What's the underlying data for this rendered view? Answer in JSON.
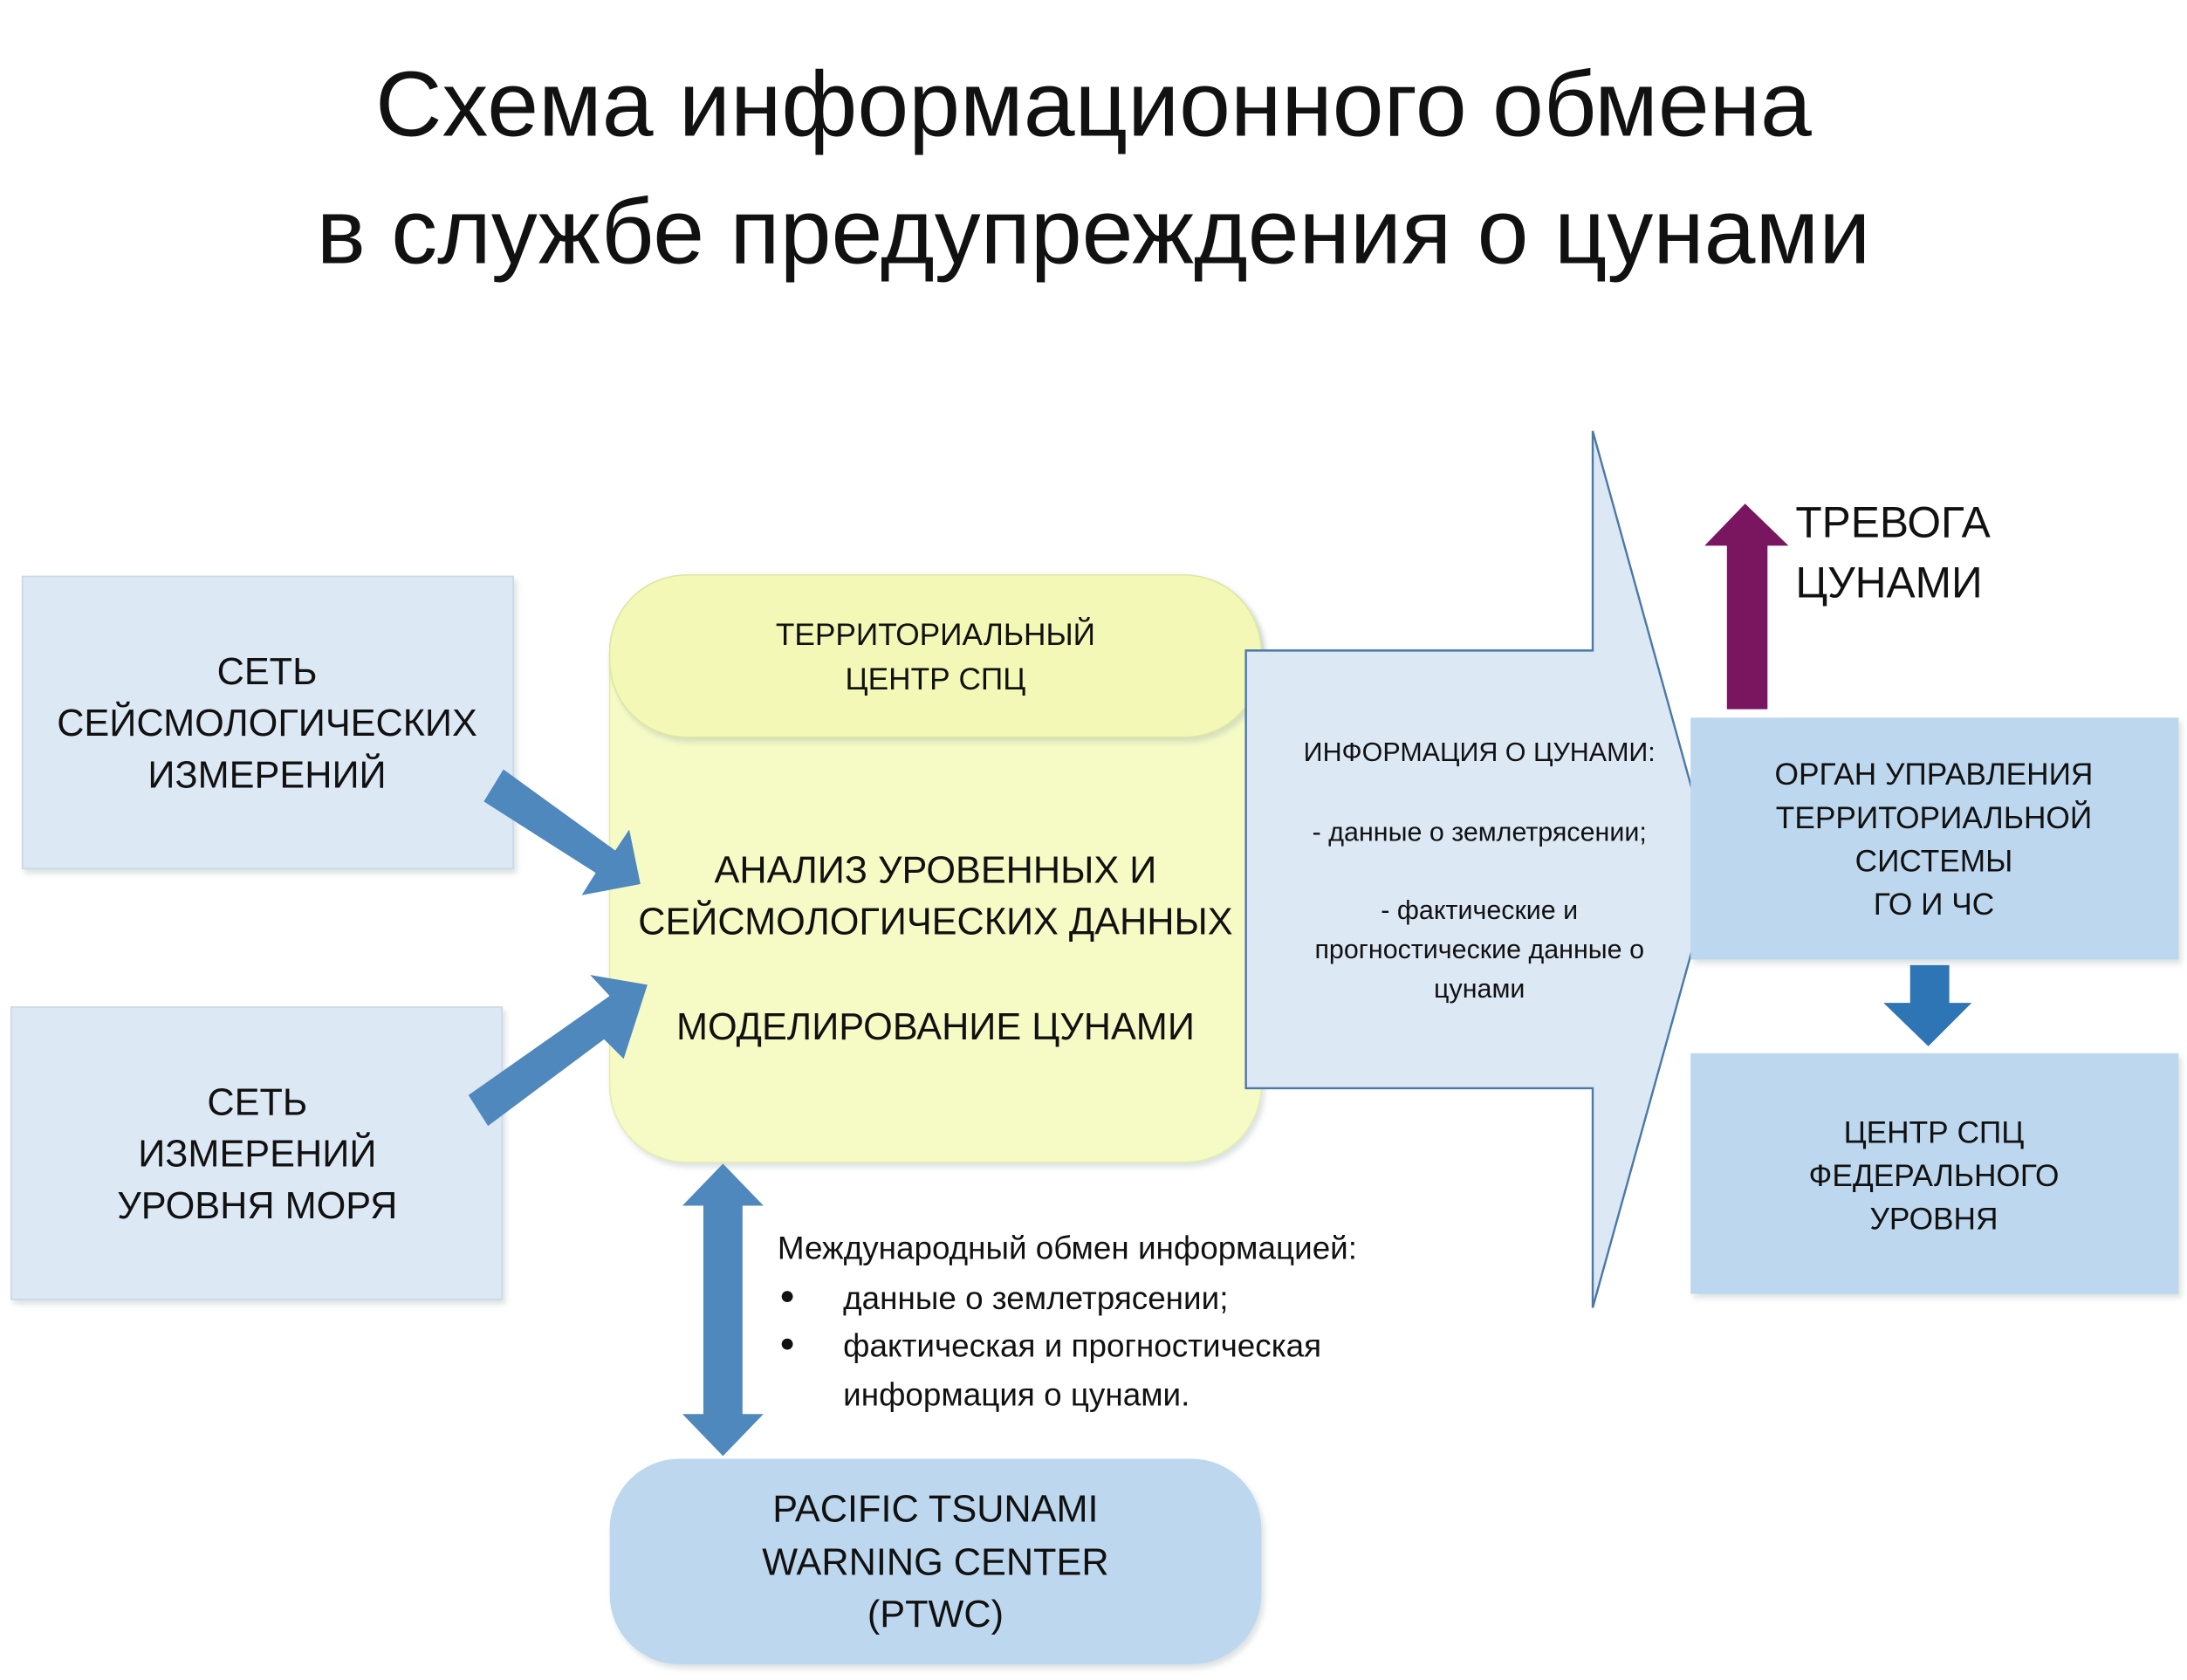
{
  "title": {
    "line1": "Схема информационного обмена",
    "line2": "в службе предупреждения о цунами"
  },
  "seismic_network": {
    "lines": [
      "СЕТЬ",
      "СЕЙСМОЛОГИЧЕСКИХ",
      "ИЗМЕРЕНИЙ"
    ]
  },
  "sea_level_network": {
    "lines": [
      "СЕТЬ",
      "ИЗМЕРЕНИЙ",
      "УРОВНЯ МОРЯ"
    ]
  },
  "territorial_center": {
    "header": [
      "ТЕРРИТОРИАЛЬНЫЙ",
      "ЦЕНТР СПЦ"
    ],
    "body": [
      "АНАЛИЗ УРОВЕННЫХ И",
      "СЕЙСМОЛОГИЧЕСКИХ ДАННЫХ",
      "МОДЕЛИРОВАНИЕ ЦУНАМИ"
    ]
  },
  "info_arrow": {
    "lines": [
      "ИНФОРМАЦИЯ О ЦУНАМИ:",
      "- данные о землетрясении;",
      "- фактические и",
      "прогностические данные о",
      "цунами"
    ]
  },
  "alarm": {
    "lines": [
      "ТРЕВОГА",
      "ЦУНАМИ"
    ]
  },
  "governing_body": {
    "lines": [
      "ОРГАН УПРАВЛЕНИЯ",
      "ТЕРРИТОРИАЛЬНОЙ",
      "СИСТЕМЫ",
      "ГО И ЧС"
    ]
  },
  "federal_center": {
    "lines": [
      "ЦЕНТР СПЦ",
      "ФЕДЕРАЛЬНОГО",
      "УРОВНЯ"
    ]
  },
  "international": {
    "heading": "Международный обмен информацией:",
    "items": [
      "данные о землетрясении;",
      "фактическая и прогностическая",
      "информация о цунами."
    ]
  },
  "ptwc": {
    "lines": [
      "PACIFIC TSUNAMI",
      "WARNING CENTER",
      "(PTWC)"
    ]
  },
  "colors": {
    "light_box": "#dde8f5",
    "blue_box": "#bdd7ee",
    "yellow": "#f6fbc6",
    "arrow_blue": "#4f88bc",
    "down_arrow": "#2e75b6",
    "alarm_purple": "#7a1560"
  }
}
